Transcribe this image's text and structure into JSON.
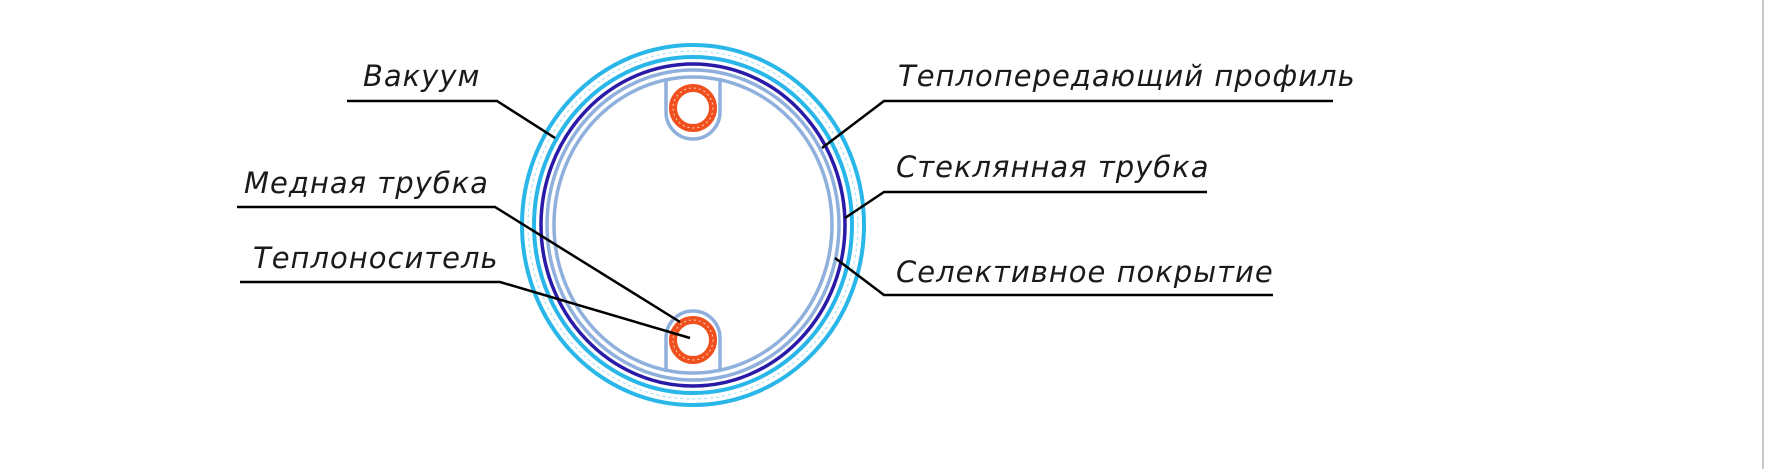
{
  "diagram": {
    "labels": {
      "vacuum": "Вакуум",
      "copper_tube": "Медная трубка",
      "coolant": "Теплоноситель",
      "heat_profile": "Теплопередающий профиль",
      "glass_tube": "Стеклянная трубка",
      "selective_coating": "Селективное покрытие"
    },
    "colors": {
      "glass": "#29b6e8",
      "coating": "#2a1aa8",
      "profile": "#8fb0dc",
      "copper": "#f0501e",
      "leader": "#000000"
    }
  }
}
